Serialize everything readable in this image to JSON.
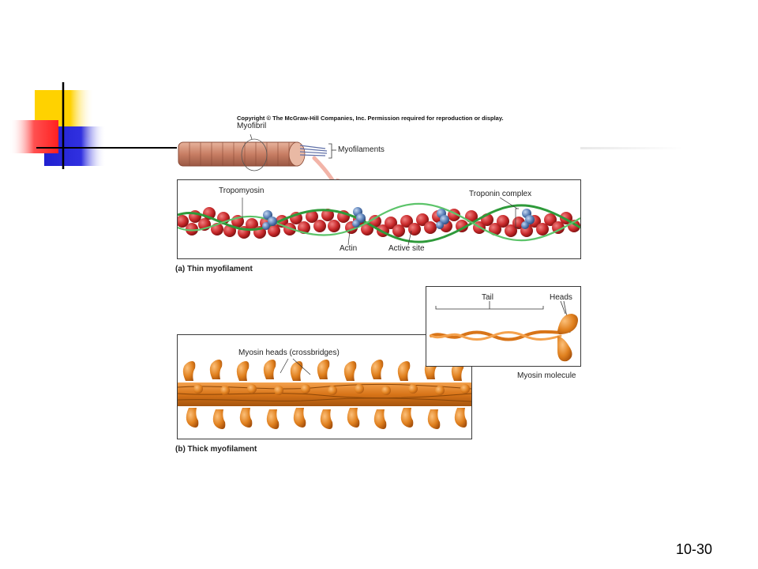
{
  "slide": {
    "number": "10-30",
    "copyright": "Copyright © The McGraw-Hill Companies, Inc. Permission required for reproduction or display."
  },
  "labels": {
    "myofibril": "Myofibril",
    "myofilaments": "Myofilaments",
    "tropomyosin": "Tropomyosin",
    "troponin_complex": "Troponin complex",
    "actin": "Actin",
    "active_site": "Active site",
    "thin_caption": "(a) Thin myofilament",
    "myosin_heads": "Myosin heads (crossbridges)",
    "thick_caption": "(b) Thick myofilament",
    "tail": "Tail",
    "heads": "Heads",
    "myosin_molecule": "Myosin molecule"
  },
  "colors": {
    "accent_yellow": "#ffd200",
    "accent_red": "#ff3030",
    "accent_blue": "#2020d0",
    "actin_red": "#c8282a",
    "tropomyosin_green": "#2e9a3a",
    "troponin_blue": "#5a80b8",
    "myosin_orange": "#e0801e",
    "myofibril_brown": "#c87e64"
  }
}
